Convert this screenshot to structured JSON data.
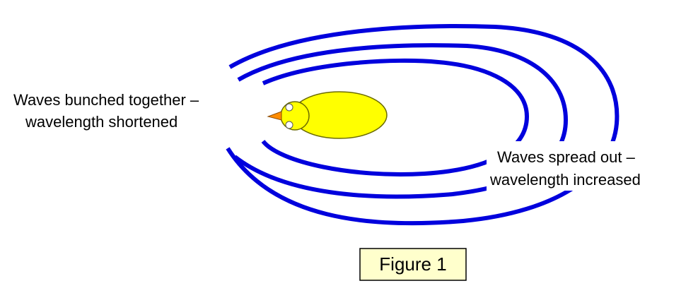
{
  "labels": {
    "left_line1": "Waves bunched together –",
    "left_line2": "wavelength shortened",
    "right_line1": "Waves spread out –",
    "right_line2": "wavelength increased"
  },
  "caption": {
    "text": "Figure 1"
  },
  "colors": {
    "wave": "#0000dd",
    "body_fill": "#ffff00",
    "body_stroke": "#6b6b00",
    "beak": "#ff8c00",
    "caption_bg": "#ffffcc"
  }
}
